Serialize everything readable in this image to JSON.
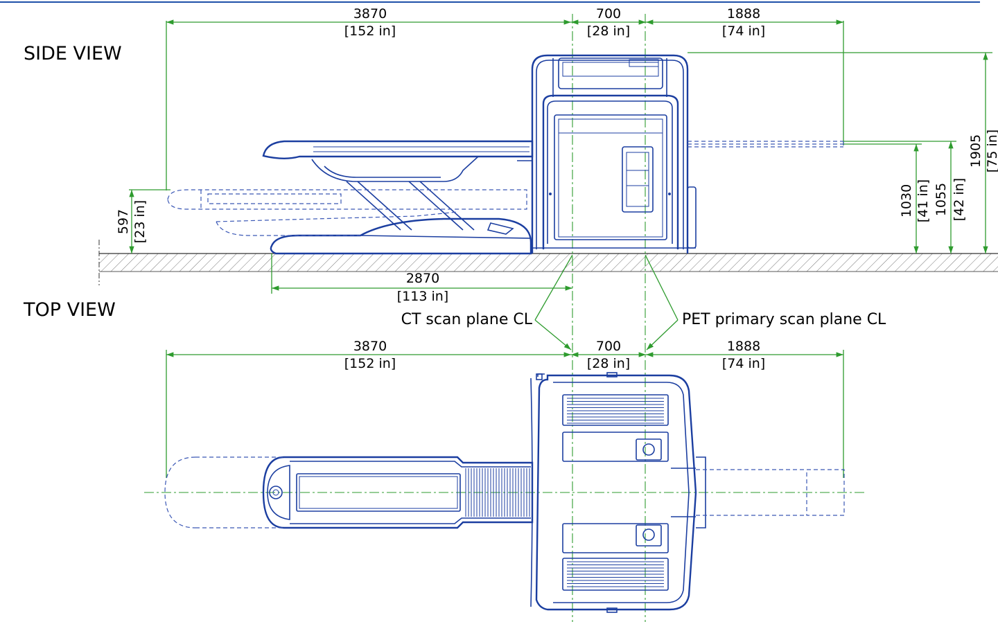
{
  "views": {
    "side_title": "SIDE VIEW",
    "top_title": "TOP VIEW"
  },
  "side_dims": {
    "total_length": {
      "mm": "3870",
      "in": "[152 in]"
    },
    "cl_gap": {
      "mm": "700",
      "in": "[28 in]"
    },
    "rear": {
      "mm": "1888",
      "in": "[74 in]"
    },
    "base_length": {
      "mm": "2870",
      "in": "[113 in]"
    },
    "table_low": {
      "mm": "597",
      "in": "[23 in]"
    },
    "pallet_height": {
      "mm": "1030",
      "in": "[41 in]"
    },
    "table_height": {
      "mm": "1055",
      "in": "[42 in]"
    },
    "gantry_height": {
      "mm": "1905",
      "in": "[75 in]"
    }
  },
  "top_dims": {
    "total_length": {
      "mm": "3870",
      "in": "[152 in]"
    },
    "cl_gap": {
      "mm": "700",
      "in": "[28 in]"
    },
    "rear": {
      "mm": "1888",
      "in": "[74 in]"
    }
  },
  "callouts": {
    "ct_plane": "CT scan plane CL",
    "pet_plane": "PET primary scan plane CL"
  },
  "colors": {
    "outline": "#1b3ea0",
    "dimension": "#2e9b2e",
    "header_rule": "#1e4fa8"
  }
}
